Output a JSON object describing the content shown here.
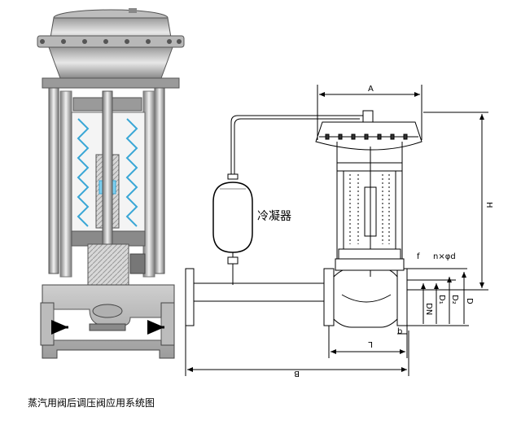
{
  "labels": {
    "condenser": "冷凝器",
    "caption": "蒸汽用阀后调压阀应用系统图",
    "dim_A": "A",
    "dim_H": "H",
    "dim_L": "L",
    "dim_B": "B",
    "dim_DN": "DN",
    "dim_D1": "D₁",
    "dim_D2": "D₂",
    "dim_D": "D",
    "dim_flange_holes": "n×φd",
    "dim_thickness": "b",
    "dim_f": "f"
  },
  "colors": {
    "line": "#000000",
    "metal_dark": "#6e6e6e",
    "metal_mid": "#a8a8a8",
    "metal_light": "#e4e4e4",
    "spring_blue": "#3aa7d6",
    "flow_arrow": "#000000"
  }
}
